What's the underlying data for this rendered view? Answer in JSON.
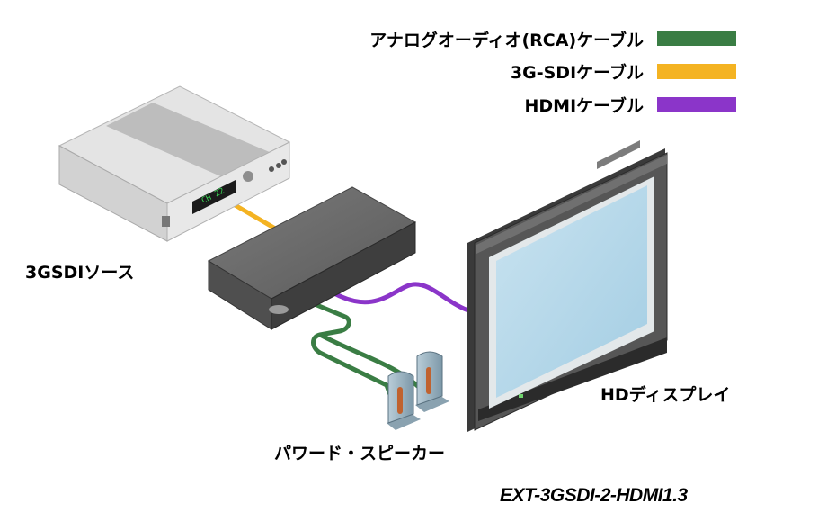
{
  "legend": [
    {
      "label": "アナログオーディオ(RCA)ケーブル",
      "color": "#3a7d44"
    },
    {
      "label": "3G-SDIケーブル",
      "color": "#f4b322"
    },
    {
      "label": "HDMIケーブル",
      "color": "#8b35c9"
    }
  ],
  "devices": {
    "source": {
      "label": "3GSDIソース",
      "display_text": "CH 22"
    },
    "display": {
      "label": "HDディスプレイ"
    },
    "speakers": {
      "label": "パワード・スピーカー"
    }
  },
  "model": "EXT-3GSDI-2-HDMI1.3"
}
